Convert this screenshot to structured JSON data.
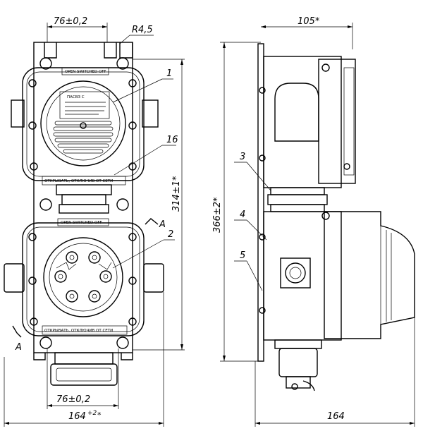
{
  "dimensions": {
    "top_hole_spacing": "76±0,2",
    "slot_radius": "R4,5",
    "bottom_hole_spacing": "76±0,2",
    "front_width": "164",
    "front_width_tol": "+2",
    "front_width_star": "*",
    "front_height": "314±1*",
    "side_height": "366±2*",
    "side_depth_top": "105*",
    "side_width": "164"
  },
  "leaders": [
    "1",
    "16",
    "2",
    "3",
    "4",
    "5"
  ],
  "section": "A",
  "plates": {
    "top_label": "OPEN SWITCHED OFF",
    "bottom_label": "ОТКРЫВАТЬ, ОТКЛЮЧИВ ОТ СЕТИ",
    "lower_top_label": "OPEN SWITCHED OFF",
    "lower_bottom_label": "ОТКРЫВАТЬ, ОТКЛЮЧИВ ОТ СЕТИ",
    "nameplate_title": "ПАСВЗ С"
  }
}
